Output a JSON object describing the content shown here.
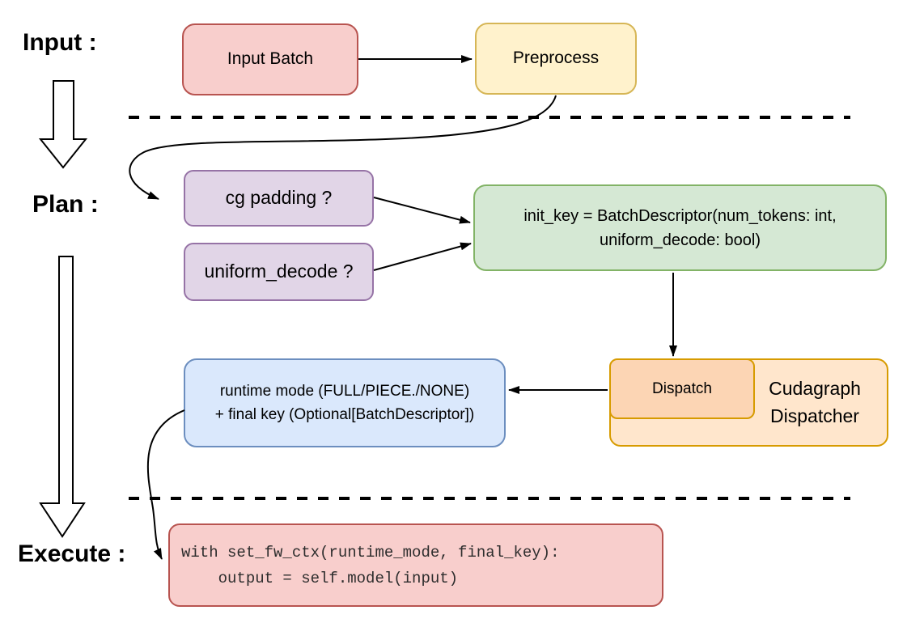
{
  "diagram": {
    "stages": {
      "input_label": "Input :",
      "plan_label": "Plan :",
      "execute_label": "Execute :"
    },
    "nodes": {
      "input_batch": {
        "label": "Input Batch",
        "fill": "#f8cecc",
        "stroke": "#b85450"
      },
      "preprocess": {
        "label": "Preprocess",
        "fill": "#fff2cc",
        "stroke": "#d6b656"
      },
      "cg_padding": {
        "label": "cg padding ?",
        "fill": "#e1d5e7",
        "stroke": "#9673a6"
      },
      "uniform_decode": {
        "label": "uniform_decode ?",
        "fill": "#e1d5e7",
        "stroke": "#9673a6"
      },
      "init_key": {
        "line1": "init_key = BatchDescriptor(num_tokens: int,",
        "line2": "uniform_decode: bool)",
        "fill": "#d5e8d4",
        "stroke": "#82b366"
      },
      "dispatch": {
        "label": "Dispatch",
        "fill": "#fcd5b4",
        "stroke": "#d79b00"
      },
      "cudagraph_dispatcher": {
        "line1": "Cudagraph",
        "line2": "Dispatcher",
        "fill": "#ffe6cc",
        "stroke": "#d79b00"
      },
      "runtime_mode": {
        "line1": "runtime mode (FULL/PIECE./NONE)",
        "line2": "+ final key (Optional[BatchDescriptor])",
        "fill": "#dae8fc",
        "stroke": "#6c8ebf"
      },
      "execute_code": {
        "line1": "with set_fw_ctx(runtime_mode, final_key):",
        "line2": "    output = self.model(input)",
        "fill": "#f8cecc",
        "stroke": "#b85450"
      }
    },
    "connector_color": "#000000",
    "background": "#ffffff"
  }
}
